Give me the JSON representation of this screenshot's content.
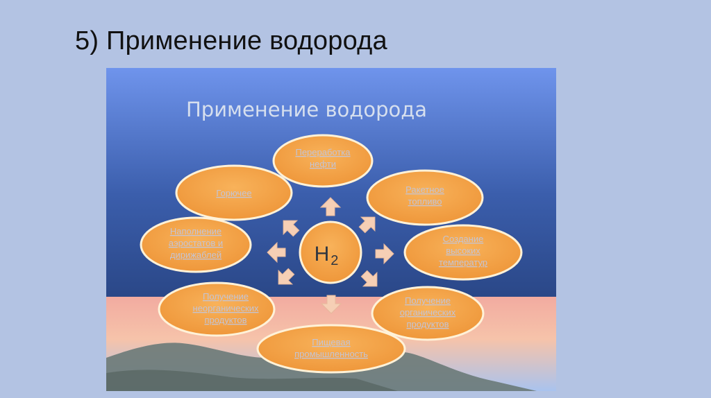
{
  "slide_title": "5) Применение водорода",
  "diagram": {
    "title": "Применение водорода",
    "center": {
      "symbol": "H",
      "subscript": "2"
    },
    "nodes": [
      {
        "id": "oil",
        "lines": [
          "Переработка",
          "нефти"
        ]
      },
      {
        "id": "fuel",
        "lines": [
          "Горючее"
        ]
      },
      {
        "id": "rocket",
        "lines": [
          "Ракетное",
          "топливо"
        ]
      },
      {
        "id": "balloons",
        "lines": [
          "Наполнение",
          "аэростатов и",
          "дирижаблей"
        ]
      },
      {
        "id": "hightemp",
        "lines": [
          "Создание",
          "высоких",
          "температур"
        ]
      },
      {
        "id": "inorganic",
        "lines": [
          "Получение",
          "неорганических",
          "продуктов"
        ]
      },
      {
        "id": "organic",
        "lines": [
          "Получение",
          "органических",
          "продуктов"
        ]
      },
      {
        "id": "food",
        "lines": [
          "Пищевая",
          "промышленность"
        ]
      }
    ],
    "colors": {
      "node_fill": "#f4a04a",
      "node_stroke": "#fff2d8",
      "node_text": "#c4c4d4",
      "arrow_fill": "#f6cfb5",
      "sky_top": "#6f94ec",
      "sky_bottom": "#2c4a8d",
      "horizon": "#f3b0a0",
      "mountains": "#6a7a78"
    }
  }
}
